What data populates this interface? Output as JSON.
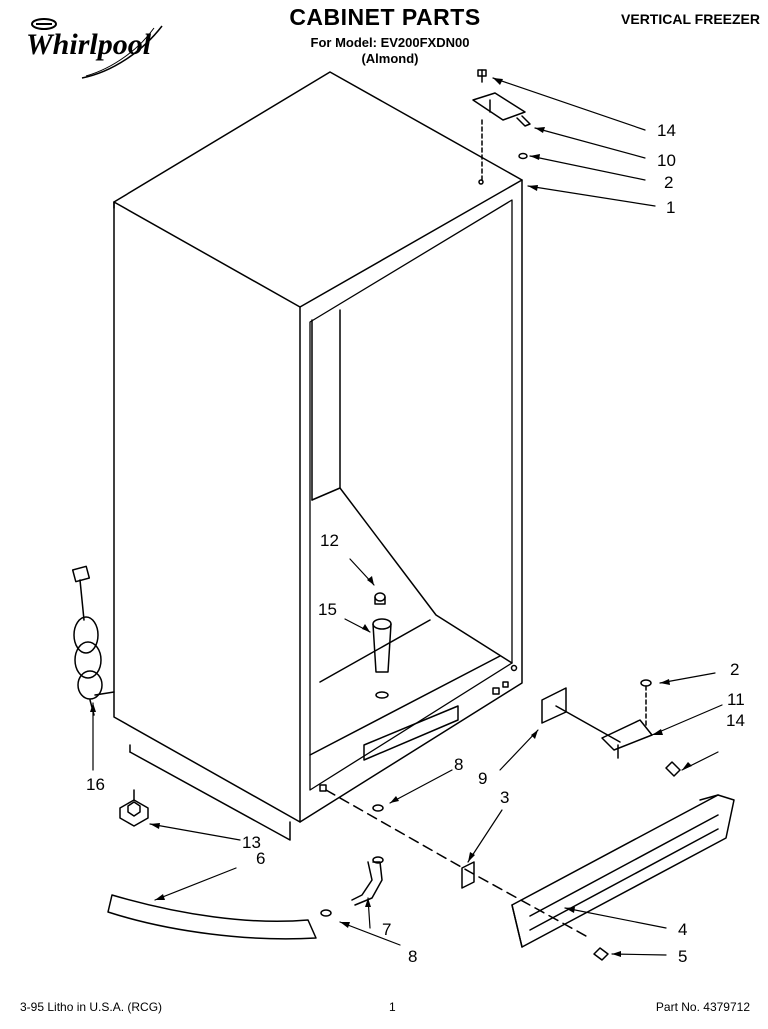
{
  "header": {
    "brand": "Whirlpool",
    "title": "CABINET PARTS",
    "model_line": "For Model: EV200FXDN00",
    "color_line": "(Almond)",
    "document_type": "VERTICAL FREEZER"
  },
  "callouts": [
    {
      "id": "c14a",
      "label": "14"
    },
    {
      "id": "c10",
      "label": "10"
    },
    {
      "id": "c2a",
      "label": "2"
    },
    {
      "id": "c1",
      "label": "1"
    },
    {
      "id": "c12",
      "label": "12"
    },
    {
      "id": "c15",
      "label": "15"
    },
    {
      "id": "c16",
      "label": "16"
    },
    {
      "id": "c2b",
      "label": "2"
    },
    {
      "id": "c11",
      "label": "11"
    },
    {
      "id": "c14b",
      "label": "14"
    },
    {
      "id": "c9",
      "label": "9"
    },
    {
      "id": "c8a",
      "label": "8"
    },
    {
      "id": "c3",
      "label": "3"
    },
    {
      "id": "c13",
      "label": "13"
    },
    {
      "id": "c6",
      "label": "6"
    },
    {
      "id": "c7",
      "label": "7"
    },
    {
      "id": "c8b",
      "label": "8"
    },
    {
      "id": "c4",
      "label": "4"
    },
    {
      "id": "c5",
      "label": "5"
    }
  ],
  "footer": {
    "left": "3-95  Litho in U.S.A. (RCG)",
    "page": "1",
    "part_no": "Part No. 4379712"
  }
}
